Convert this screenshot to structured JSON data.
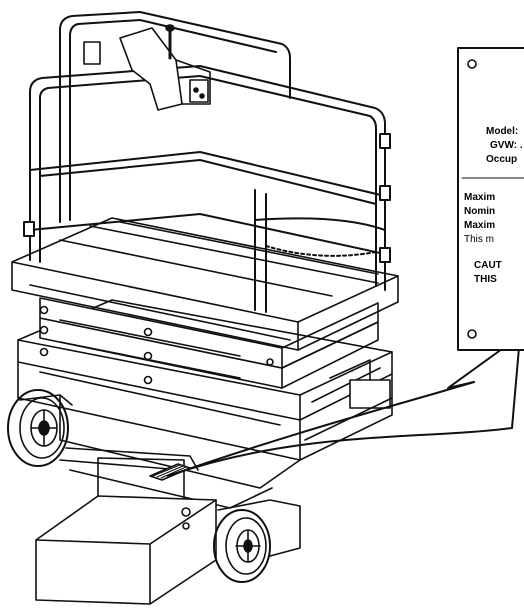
{
  "figure": {
    "subject": "scissor lift serial number plate location",
    "ink_color": "#111111",
    "paper_color": "#ffffff"
  },
  "plate": {
    "lines": [
      "Model:",
      "GVW: .",
      "Occup",
      "Maxim",
      "Nomin",
      "Maxim",
      "This m",
      "CAUT",
      "THIS"
    ]
  }
}
